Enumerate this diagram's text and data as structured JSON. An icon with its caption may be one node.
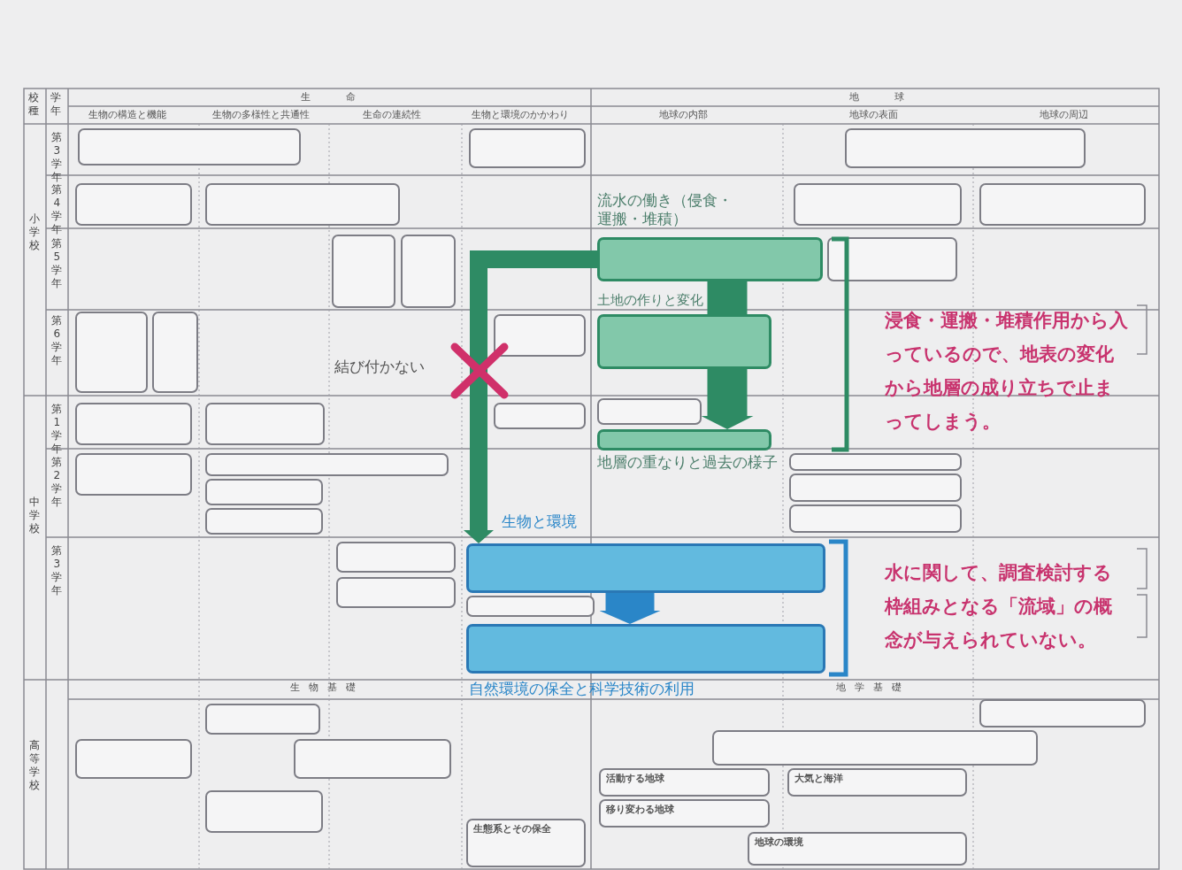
{
  "diagram": {
    "nodes": [
      {
        "text": [],
        "shape": "box"
      },
      {
        "text": [],
        "shape": "box"
      },
      {
        "text": [],
        "shape": "box"
      },
      {
        "text": [],
        "shape": "box"
      },
      {
        "text": [],
        "shape": "box"
      },
      {
        "text": [],
        "shape": "box"
      },
      {
        "text": [],
        "shape": "box"
      },
      {
        "text": [],
        "shape": "box"
      },
      {
        "text": [],
        "shape": "box"
      },
      {
        "text": [
          "流水の働き（侵食・運搬・堆積）"
        ]
      },
      {
        "text": [],
        "shape": "box"
      },
      {
        "text": [],
        "shape": "box"
      },
      {
        "text": [],
        "shape": "box"
      },
      {
        "text": [],
        "shape": "box"
      },
      {
        "text": [
          "土地の作りと変化"
        ]
      },
      {
        "text": [],
        "shape": "box"
      },
      {
        "text": [],
        "shape": "box"
      },
      {
        "text": [],
        "shape": "box"
      },
      {
        "text": [],
        "shape": "box"
      },
      {
        "text": [],
        "shape": "box",
        "beside": [
          "地層の重なりと過去の様子"
        ]
      },
      {
        "text": [],
        "shape": "box"
      },
      {
        "text": [],
        "shape": "box"
      },
      {
        "text": [],
        "shape": "box"
      },
      {
        "text": [],
        "shape": "box"
      },
      {
        "text": [],
        "shape": "box"
      },
      {
        "text": [],
        "shape": "box"
      },
      {
        "text": [],
        "shape": "box"
      },
      {
        "text": [],
        "shape": "box"
      },
      {
        "text": [],
        "shape": "box"
      },
      {
        "text": [
          "生物と環境"
        ]
      },
      {
        "text": [],
        "shape": "box"
      },
      {
        "text": [],
        "shape": "box",
        "beside": [
          "自然環境の保全と科学技術の利用"
        ]
      },
      {
        "text": [],
        "shape": "box"
      },
      {
        "text": [],
        "shape": "box"
      },
      {
        "text": [],
        "shape": "box"
      },
      {
        "text": [],
        "shape": "box"
      },
      {
        "text": [
          "生態系とその保全"
        ]
      },
      {
        "text": [],
        "shape": "box"
      },
      {
        "text": [],
        "shape": "box"
      },
      {
        "text": [
          "活動する地球"
        ]
      },
      {
        "text": [
          "大気と海洋"
        ]
      },
      {
        "text": [
          "移り変わる地球"
        ]
      },
      {
        "text": [
          "地球の環境"
        ]
      }
    ],
    "edges": [
      {
        "from": 9,
        "to": 29,
        "arrow": "to",
        "color": "#2e8b64"
      },
      {
        "from": 9,
        "to": 14,
        "arrow": "none",
        "color": "#2e8b64"
      },
      {
        "from": 14,
        "to": 19,
        "arrow": "to",
        "color": "#2e8b64"
      },
      {
        "from": 29,
        "to": 31,
        "arrow": "to",
        "color": "#2a86c8"
      }
    ],
    "labels": [
      "校種",
      "学年",
      "生命",
      "地球",
      "生物の構造と機能",
      "生物の多様性と共通性",
      "生命の連続性",
      "生物と環境のかかわり",
      "地球の内部",
      "地球の表面",
      "地球の周辺",
      "第3学年",
      "第4学年",
      "小学校",
      "第5学年",
      "第6学年",
      "浸食・運搬・堆積作用から入っているので、地表の変化から地層の成り立ちで止まってしまう。",
      "結び付かない",
      "第1学年",
      "中学校",
      "第2学年",
      "第3学年",
      "水に関して、調査検討する枠組みとなる「流域」の概念が与えられていない。",
      "生物基礎",
      "地学基礎",
      "高等学校"
    ]
  }
}
